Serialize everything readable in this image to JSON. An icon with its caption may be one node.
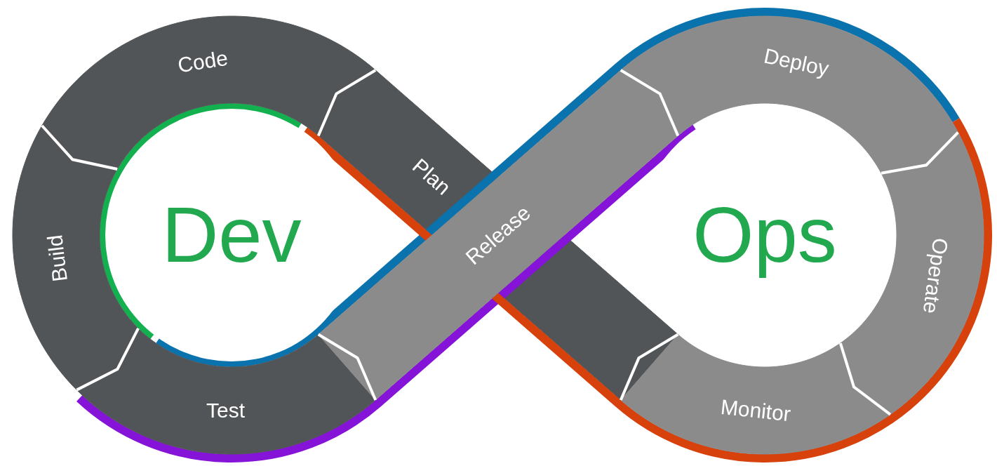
{
  "diagram": {
    "nodes": [
      {
        "text": [
          "Plan"
        ]
      },
      {
        "text": [
          "Code"
        ]
      },
      {
        "text": [
          "Build"
        ]
      },
      {
        "text": [
          "Test"
        ]
      },
      {
        "text": [
          "Release"
        ]
      },
      {
        "text": [
          "Deploy"
        ]
      },
      {
        "text": [
          "Operate"
        ]
      },
      {
        "text": [
          "Monitor"
        ]
      },
      {
        "text": [
          "Dev"
        ]
      },
      {
        "text": [
          "Ops"
        ]
      }
    ]
  }
}
